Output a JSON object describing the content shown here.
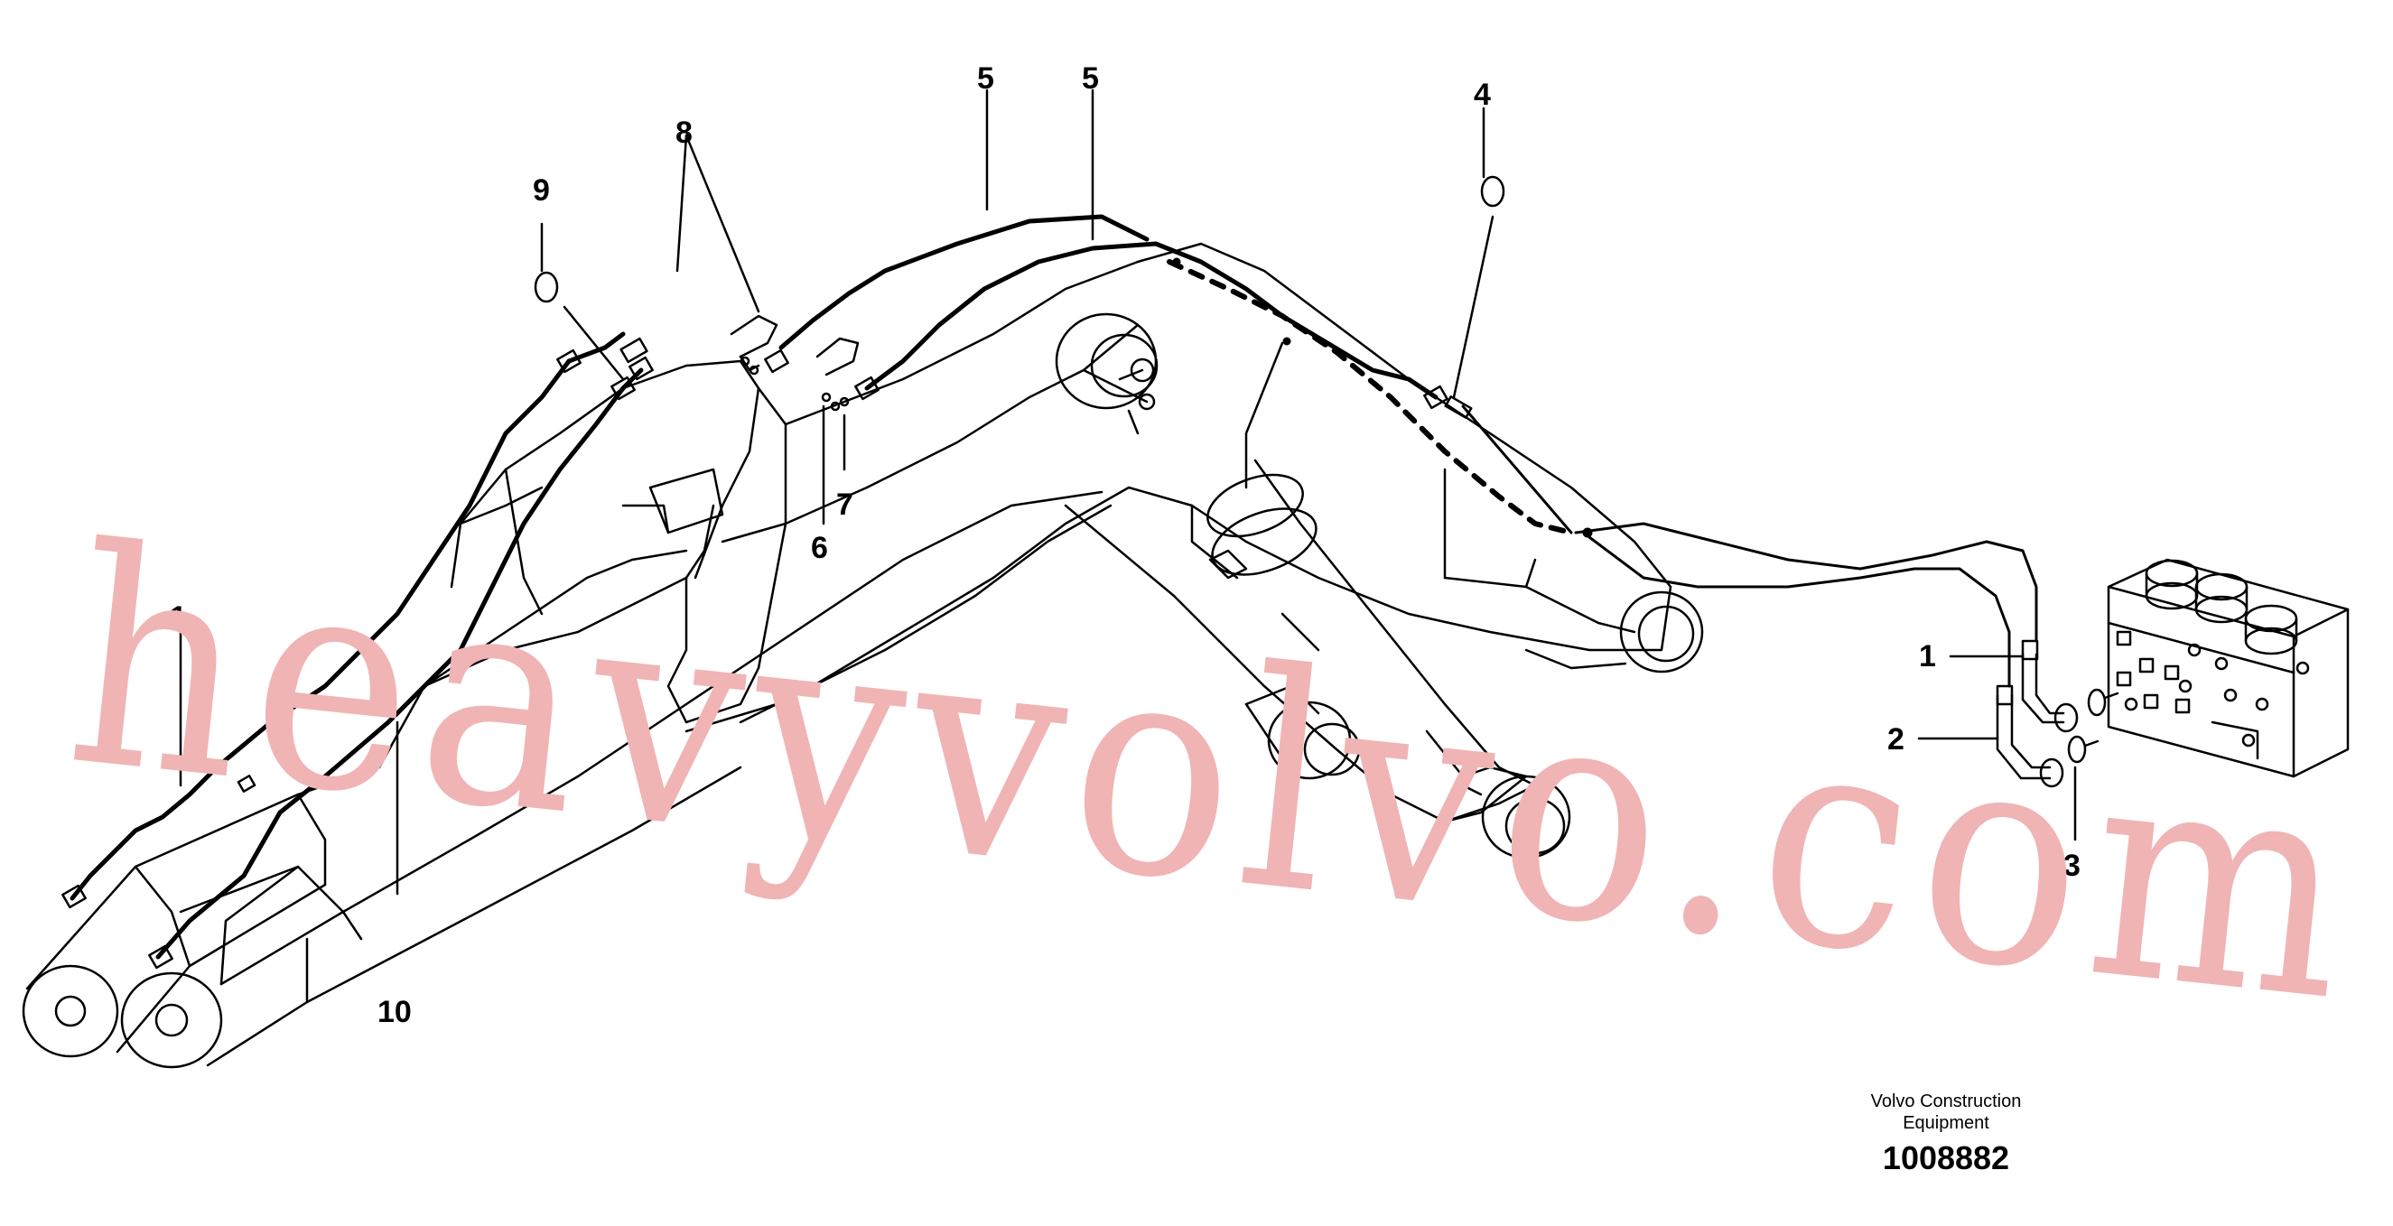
{
  "callouts": {
    "c1a": "1",
    "c1b": "1",
    "c2": "2",
    "c3": "3",
    "c4": "4",
    "c5a": "5",
    "c5b": "5",
    "c6": "6",
    "c7": "7",
    "c8": "8",
    "c9": "9",
    "c10": "10"
  },
  "watermark": "heavyvolvo.com",
  "caption": {
    "company_line1": "Volvo Construction",
    "company_line2": "Equipment",
    "drawing_number": "1008882"
  },
  "colors": {
    "line": "#000000",
    "watermark": "#f0b4b4",
    "background": "#ffffff"
  }
}
